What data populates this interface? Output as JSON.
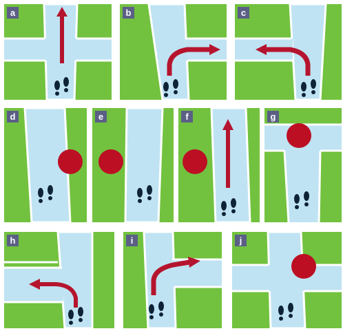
{
  "colors": {
    "grass": "#72c23f",
    "road": "#bfe3f2",
    "edge": "#ffffff",
    "arrow": "#b5142e",
    "dot": "#bc0f24",
    "feet": "#0f2336",
    "label_bg": "#5b5f86",
    "label_text": "#ffffff"
  },
  "panels": [
    {
      "label": "a",
      "road": "crossroads",
      "arrow": "straight-up",
      "dot": false,
      "footprints": true
    },
    {
      "label": "b",
      "road": "t-junction-right",
      "arrow": "turn-right",
      "dot": false,
      "footprints": true
    },
    {
      "label": "c",
      "road": "t-junction-left",
      "arrow": "turn-left",
      "dot": false,
      "footprints": true
    },
    {
      "label": "d",
      "road": "straight",
      "arrow": "none",
      "dot": true,
      "footprints": true
    },
    {
      "label": "e",
      "road": "straight",
      "arrow": "none",
      "dot": true,
      "footprints": true
    },
    {
      "label": "f",
      "road": "straight",
      "arrow": "straight-up",
      "dot": true,
      "footprints": true
    },
    {
      "label": "g",
      "road": "t-junction-top",
      "arrow": "none",
      "dot": true,
      "footprints": true
    },
    {
      "label": "h",
      "road": "turn-left-lane",
      "arrow": "turn-left",
      "dot": false,
      "footprints": true
    },
    {
      "label": "i",
      "road": "turn-right-lane",
      "arrow": "turn-right",
      "dot": false,
      "footprints": true
    },
    {
      "label": "j",
      "road": "crossroads",
      "arrow": "none",
      "dot": true,
      "footprints": true
    }
  ]
}
